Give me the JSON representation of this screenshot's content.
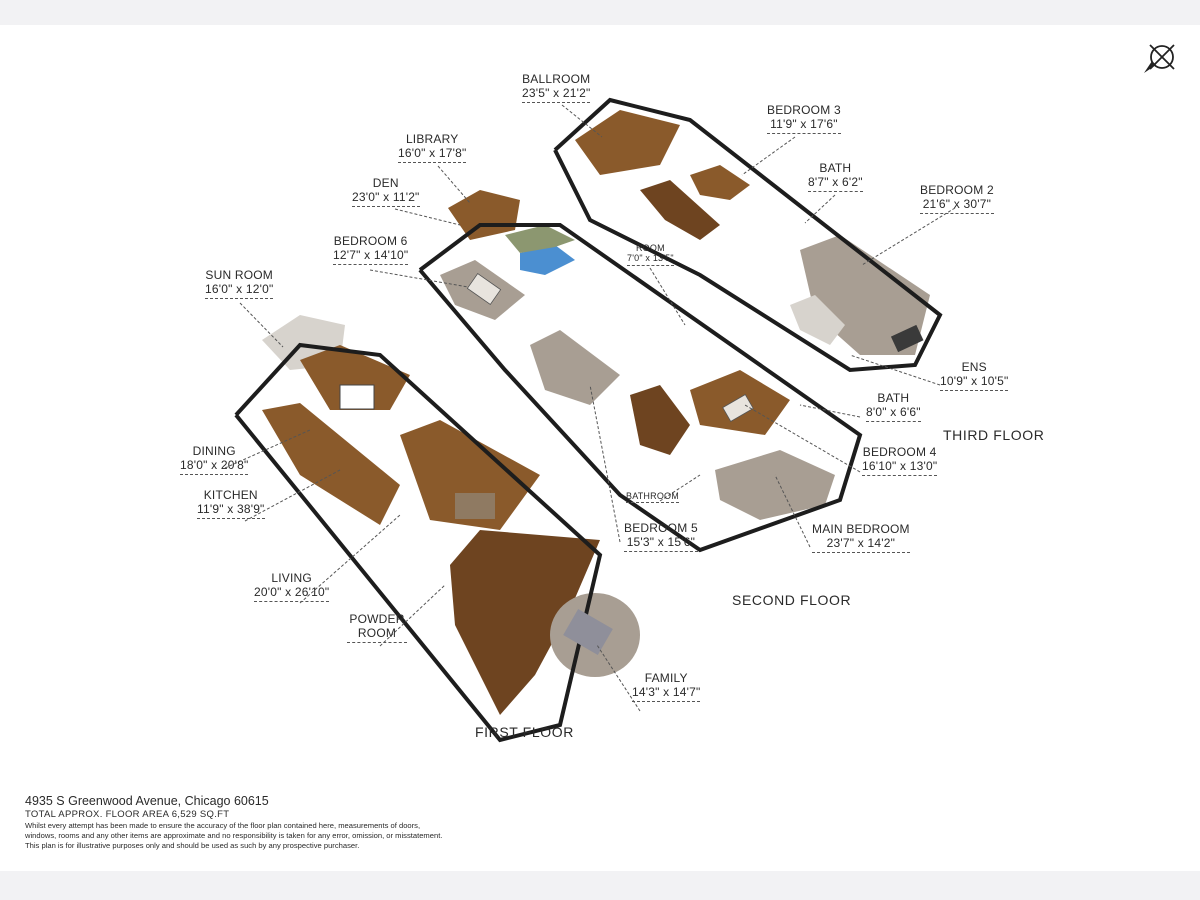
{
  "colors": {
    "wall_top": "#1d1d1d",
    "wall_side": "#ffffff",
    "wood_floor": "#8a5a2b",
    "wood_floor_dark": "#6e4420",
    "carpet": "#a89e93",
    "tile": "#d7d3cd",
    "pool": "#4b8fd1",
    "grass": "#8c9770",
    "background": "#ffffff",
    "margin": "#f2f2f4"
  },
  "compass": {
    "icon": "compass-north-arrow-icon"
  },
  "floors": [
    {
      "id": "first",
      "label": "FIRST FLOOR"
    },
    {
      "id": "second",
      "label": "SECOND FLOOR"
    },
    {
      "id": "third",
      "label": "THIRD FLOOR"
    }
  ],
  "rooms": [
    {
      "id": "ballroom",
      "name": "BALLROOM",
      "dims": "23'5\" x 21'2\""
    },
    {
      "id": "bedroom3",
      "name": "BEDROOM 3",
      "dims": "11'9\" x 17'6\""
    },
    {
      "id": "bath-third",
      "name": "BATH",
      "dims": "8'7\" x 6'2\""
    },
    {
      "id": "bedroom2",
      "name": "BEDROOM 2",
      "dims": "21'6\" x 30'7\""
    },
    {
      "id": "library",
      "name": "LIBRARY",
      "dims": "16'0\" x 17'8\""
    },
    {
      "id": "den",
      "name": "DEN",
      "dims": "23'0\" x 11'2\""
    },
    {
      "id": "room",
      "name": "ROOM",
      "dims": "7'0\" x 13'5\""
    },
    {
      "id": "bedroom6",
      "name": "BEDROOM 6",
      "dims": "12'7\" x 14'10\""
    },
    {
      "id": "sunroom",
      "name": "SUN ROOM",
      "dims": "16'0\" x 12'0\""
    },
    {
      "id": "ens",
      "name": "ENS",
      "dims": "10'9\" x 10'5\""
    },
    {
      "id": "bath-second",
      "name": "BATH",
      "dims": "8'0\" x 6'6\""
    },
    {
      "id": "dining",
      "name": "DINING",
      "dims": "18'0\" x 20'8\""
    },
    {
      "id": "bedroom4",
      "name": "BEDROOM 4",
      "dims": "16'10\" x 13'0\""
    },
    {
      "id": "bathroom",
      "name": "BATHROOM",
      "dims": ""
    },
    {
      "id": "kitchen",
      "name": "KITCHEN",
      "dims": "11'9\" x 38'9\""
    },
    {
      "id": "bedroom5",
      "name": "BEDROOM 5",
      "dims": "15'3\" x 15'6\""
    },
    {
      "id": "mainbedroom",
      "name": "MAIN BEDROOM",
      "dims": "23'7\" x 14'2\""
    },
    {
      "id": "living",
      "name": "LIVING",
      "dims": "20'0\" x 26'10\""
    },
    {
      "id": "powder",
      "name": "POWDER ROOM",
      "dims": ""
    },
    {
      "id": "family",
      "name": "FAMILY",
      "dims": "14'3\" x 14'7\""
    }
  ],
  "footer": {
    "address": "4935 S Greenwood Avenue, Chicago 60615",
    "total_area": "TOTAL APPROX. FLOOR AREA 6,529 SQ.FT",
    "disclaimer_1": "Whilst every attempt has been made to ensure the accuracy of the floor plan contained here, measurements of doors,",
    "disclaimer_2": "windows, rooms and any other items are approximate and no responsibility is taken for any error, omission, or misstatement.",
    "disclaimer_3": "This plan is for illustrative purposes only and should be used as such by any prospective purchaser."
  }
}
